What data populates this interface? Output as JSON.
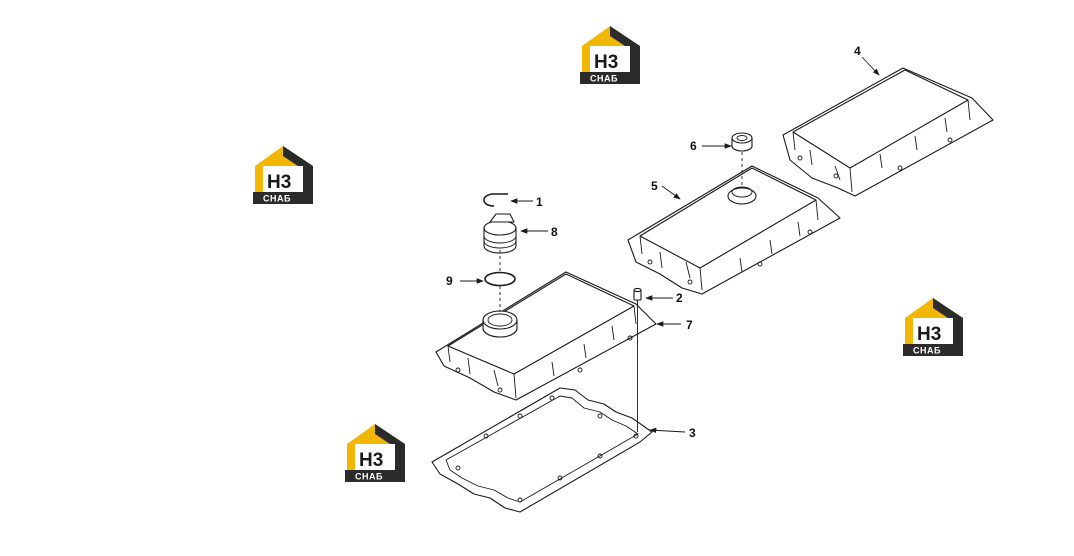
{
  "watermark": {
    "main_text": "H3",
    "sub_text": "CHAБ",
    "accent": "#f2b705",
    "dark": "#2b2b2b"
  },
  "callouts": {
    "c1": "1",
    "c2": "2",
    "c3": "3",
    "c4": "4",
    "c5": "5",
    "c6": "6",
    "c7": "7",
    "c8": "8",
    "c9": "9"
  },
  "icons": [
    "logo-watermark-icon"
  ]
}
